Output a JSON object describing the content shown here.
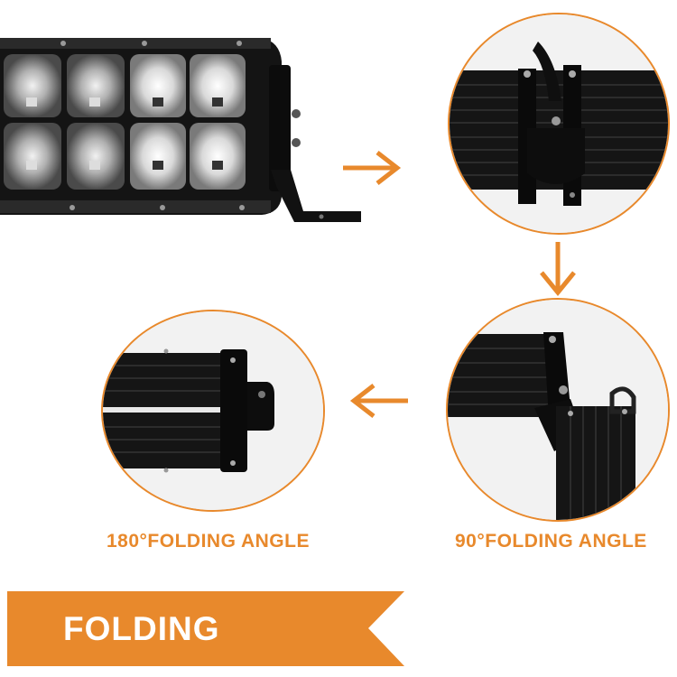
{
  "labels": {
    "folding_180": "180°FOLDING ANGLE",
    "folding_90": "90°FOLDING ANGLE"
  },
  "banner": {
    "title": "FOLDING"
  },
  "colors": {
    "accent": "#E8892C",
    "bar_dark": "#1a1a1a",
    "white": "#ffffff"
  },
  "icons": [
    "arrow-right-icon",
    "arrow-down-icon",
    "arrow-left-icon"
  ]
}
